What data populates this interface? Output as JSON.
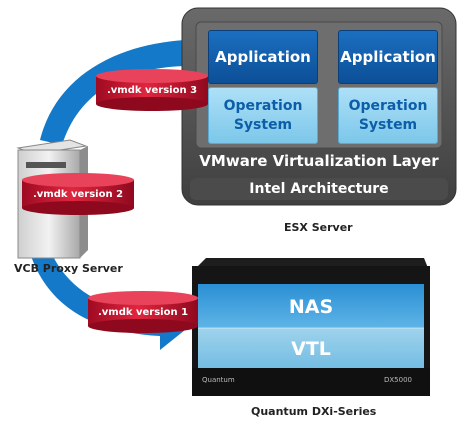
{
  "esx_server": {
    "label": "ESX Server",
    "apps": [
      {
        "app_label": "Application",
        "os_label_line1": "Operation",
        "os_label_line2": "System"
      },
      {
        "app_label": "Application",
        "os_label_line1": "Operation",
        "os_label_line2": "System"
      }
    ],
    "virtualization_layer": "VMware Virtualization Layer",
    "architecture": "Intel Architecture"
  },
  "proxy": {
    "label": "VCB Proxy Server"
  },
  "vmdk_versions": [
    ".vmdk version 3",
    ".vmdk version 2",
    ".vmdk version 1"
  ],
  "storage": {
    "label": "Quantum DXi-Series",
    "nas": "NAS",
    "vtl": "VTL",
    "brand": "Quantum",
    "model": "DX5000"
  },
  "colors": {
    "arrow_blue": "#1479c8",
    "cylinder_red": "#c8102e",
    "app_blue": "#0c4f97",
    "os_light_blue": "#8fd1ef",
    "frame_grey": "#555555"
  }
}
